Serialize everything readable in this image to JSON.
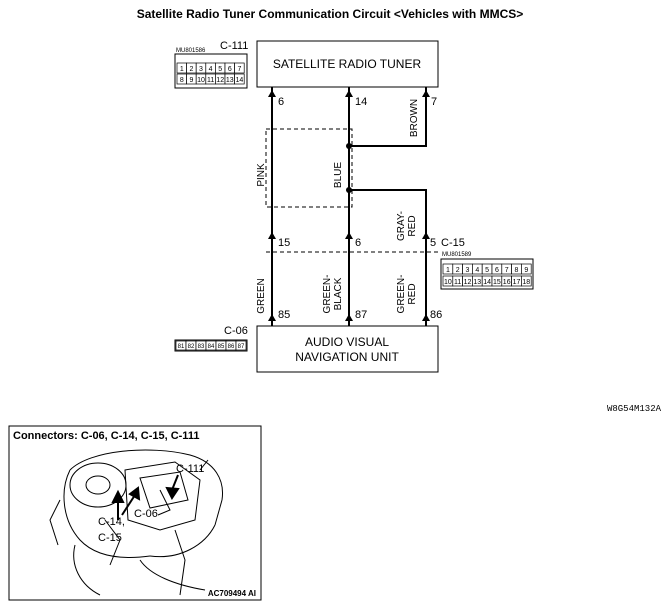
{
  "title": "Satellite Radio Tuner Communication Circuit <Vehicles with MMCS>",
  "tuner": {
    "connector": "C-111",
    "part_code": "MU801586",
    "label": "SATELLITE RADIO TUNER",
    "pins_row1": [
      "1",
      "2",
      "3",
      "4",
      "5",
      "6",
      "7"
    ],
    "pins_row2": [
      "8",
      "9",
      "10",
      "11",
      "12",
      "13",
      "14"
    ]
  },
  "avn": {
    "connector": "C-06",
    "label_line1": "AUDIO VISUAL",
    "label_line2": "NAVIGATION UNIT",
    "pins": [
      "81",
      "82",
      "83",
      "84",
      "85",
      "86",
      "87"
    ]
  },
  "junction": {
    "connector": "C-15",
    "part_code": "MU801589",
    "pins_row1": [
      "1",
      "2",
      "3",
      "4",
      "5",
      "6",
      "7",
      "8",
      "9"
    ],
    "pins_row2": [
      "10",
      "11",
      "12",
      "13",
      "14",
      "15",
      "16",
      "17",
      "18"
    ]
  },
  "pins": {
    "tuner_6": "6",
    "tuner_14": "14",
    "tuner_7": "7",
    "j_15": "15",
    "j_6": "6",
    "j_5": "5",
    "avn_85": "85",
    "avn_87": "87",
    "avn_86": "86"
  },
  "wires": {
    "pink": "PINK",
    "blue": "BLUE",
    "brown": "BROWN",
    "gray_red_1": "GRAY-",
    "gray_red_2": "RED",
    "green": "GREEN",
    "green_black_1": "GREEN-",
    "green_black_2": "BLACK",
    "green_red_1": "GREEN-",
    "green_red_2": "RED"
  },
  "figure_code": "W8G54M132A",
  "inset": {
    "title": "Connectors: C-06, C-14, C-15, C-111",
    "callout_c111": "C-111",
    "callout_c06": "C-06",
    "callout_c14": "C-14,",
    "callout_c15": "C-15",
    "code": "AC709494 AI"
  }
}
